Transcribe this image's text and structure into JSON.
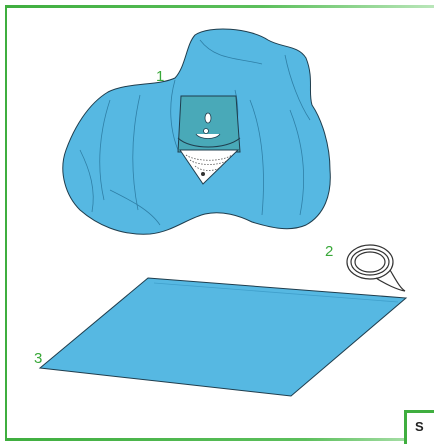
{
  "callouts": {
    "item1": "1",
    "item2": "2",
    "item3": "3"
  },
  "corner_tag": "S",
  "colors": {
    "drape": "#56b8e2",
    "drape_dark": "#3f9fcb",
    "window": "#49a9b8",
    "frame": "#3fae3f",
    "callout": "#39a839"
  }
}
